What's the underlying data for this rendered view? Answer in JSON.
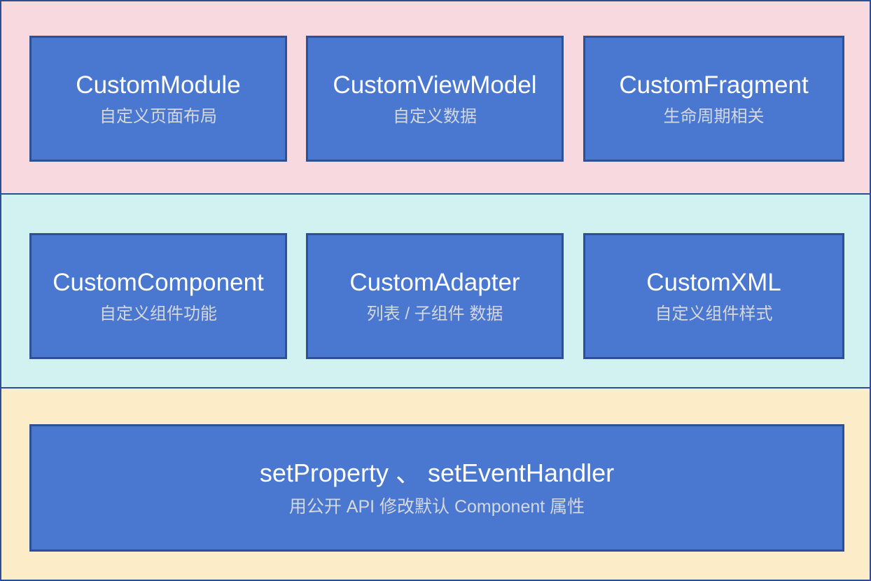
{
  "diagram": {
    "type": "layered-architecture",
    "bands": [
      {
        "name": "page-layer",
        "background_color": "#f9d9e0",
        "nodes": [
          {
            "title": "CustomModule",
            "subtitle": "自定义页面布局"
          },
          {
            "title": "CustomViewModel",
            "subtitle": "自定义数据"
          },
          {
            "title": "CustomFragment",
            "subtitle": "生命周期相关"
          }
        ]
      },
      {
        "name": "component-layer",
        "background_color": "#d2f2f2",
        "nodes": [
          {
            "title": "CustomComponent",
            "subtitle": "自定义组件功能"
          },
          {
            "title": "CustomAdapter",
            "subtitle": "列表 / 子组件 数据"
          },
          {
            "title": "CustomXML",
            "subtitle": "自定义组件样式"
          }
        ]
      },
      {
        "name": "api-layer",
        "background_color": "#fcedc8",
        "nodes": [
          {
            "title": "setProperty 、 setEventHandler",
            "subtitle": "用公开 API 修改默认 Component 属性"
          }
        ]
      }
    ],
    "colors": {
      "node_fill": "#4a77cf",
      "node_border": "#2e5094",
      "frame_border": "#2f4d95",
      "node_title_text": "#ffffff",
      "node_subtitle_text": "#d5d8dd"
    }
  }
}
